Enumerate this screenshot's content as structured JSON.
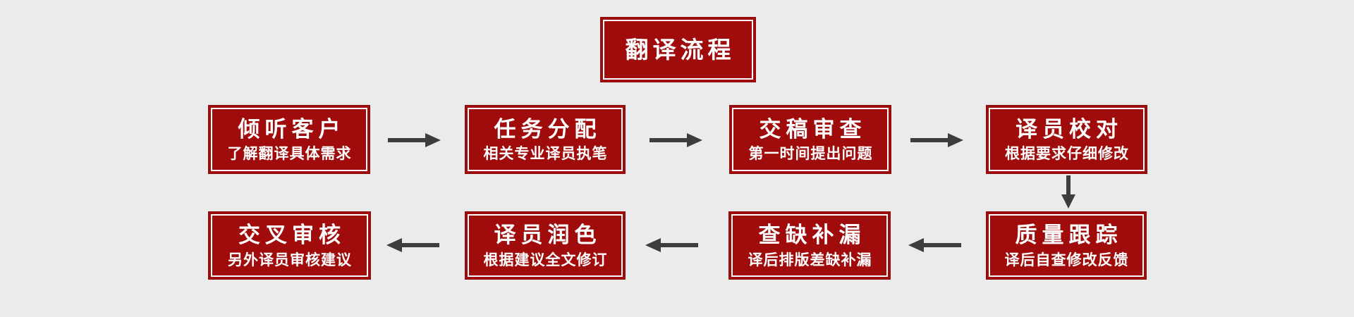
{
  "page": {
    "background_color": "#ebebeb",
    "node_color": "#a00c0c",
    "node_inner_border_color": "#ffffff",
    "text_color": "#ffffff",
    "arrow_color": "#3d3d3d"
  },
  "header": {
    "title": "翻译流程"
  },
  "flow": {
    "row1": [
      {
        "title": "倾听客户",
        "subtitle": "了解翻译具体需求"
      },
      {
        "title": "任务分配",
        "subtitle": "相关专业译员执笔"
      },
      {
        "title": "交稿审查",
        "subtitle": "第一时间提出问题"
      },
      {
        "title": "译员校对",
        "subtitle": "根据要求仔细修改"
      }
    ],
    "row2": [
      {
        "title": "质量跟踪",
        "subtitle": "译后自查修改反馈"
      },
      {
        "title": "查缺补漏",
        "subtitle": "译后排版差缺补漏"
      },
      {
        "title": "译员润色",
        "subtitle": "根据建议全文修订"
      },
      {
        "title": "交叉审核",
        "subtitle": "另外译员审核建议"
      }
    ],
    "arrows": [
      "right",
      "right",
      "right",
      "down",
      "left",
      "left",
      "left"
    ]
  }
}
